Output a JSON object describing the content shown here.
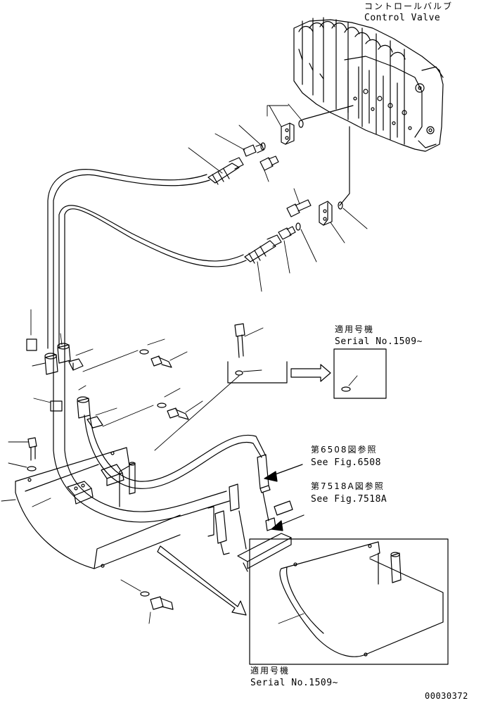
{
  "labels": {
    "control_valve_jp": "コントロールバルブ",
    "control_valve_en": "Control Valve",
    "serial_upper_jp": "適用号機",
    "serial_upper_en": "Serial No.1509~",
    "ref_6508_jp": "第6508図参照",
    "ref_6508_en": "See Fig.6508",
    "ref_7518a_jp": "第7518A図参照",
    "ref_7518a_en": "See Fig.7518A",
    "serial_lower_jp": "適用号機",
    "serial_lower_en": "Serial No.1509~",
    "drawing_number": "00030372"
  }
}
